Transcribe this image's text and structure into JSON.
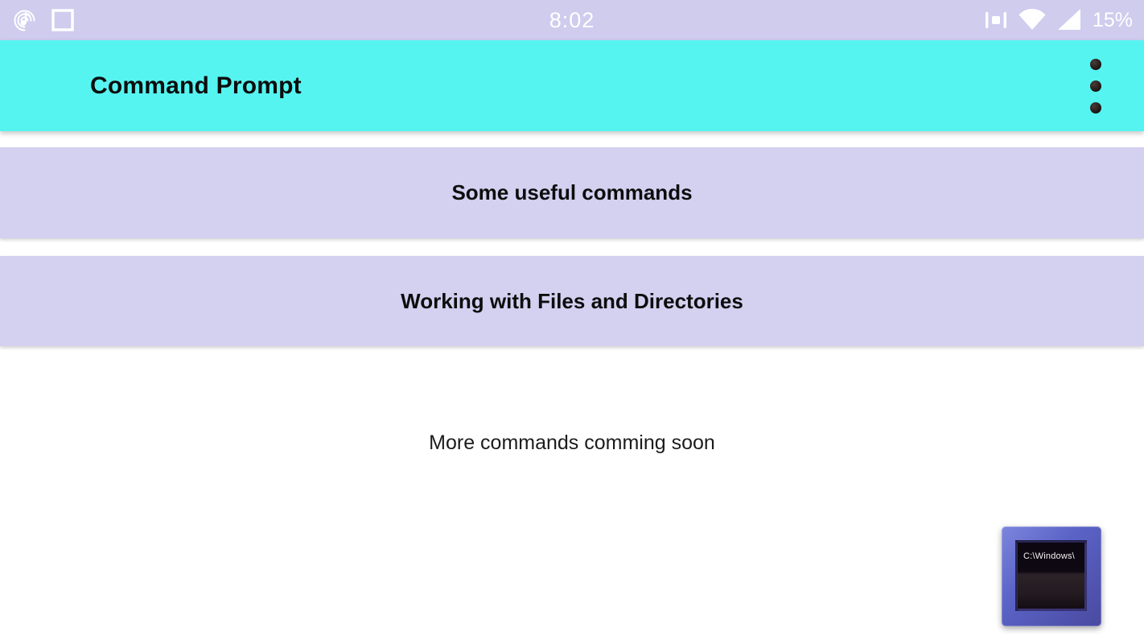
{
  "status_bar": {
    "time": "8:02",
    "battery_percent": "15%",
    "left_icons": [
      "music-note-swirl",
      "square-outline"
    ],
    "right_icons": [
      "vibrate",
      "wifi-full",
      "cellular-full"
    ]
  },
  "app_bar": {
    "title": "Command Prompt",
    "overflow_menu": "more-options"
  },
  "cards": [
    {
      "label": "Some useful commands"
    },
    {
      "label": "Working with Files and Directories"
    }
  ],
  "message": "More commands comming soon",
  "cmd_icon": {
    "screen_text": "C:\\Windows\\"
  },
  "colors": {
    "status_bar_bg": "#cfccee",
    "app_bar_bg": "#55f4f1",
    "card_bg": "#d3d0f0",
    "text": "#0d0d0d",
    "icon_frame": "#5a63c6"
  }
}
